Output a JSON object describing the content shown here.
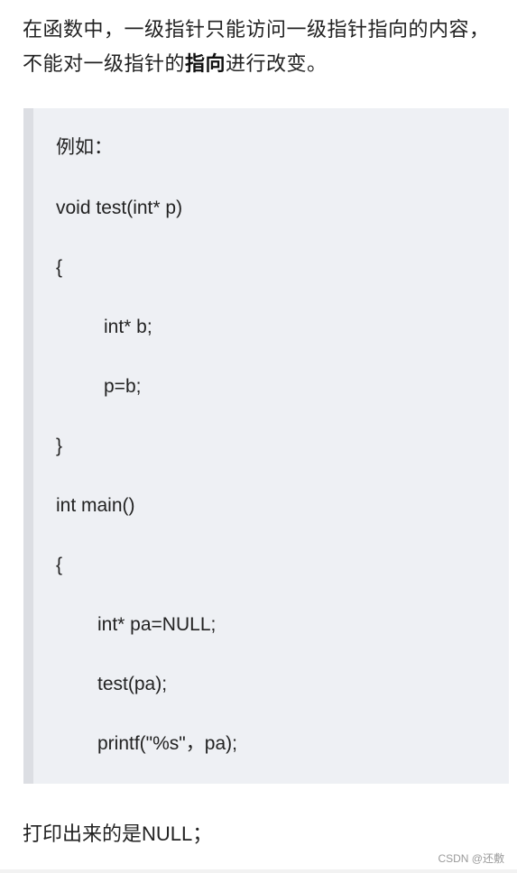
{
  "intro": {
    "text_before": "在函数中，一级指针只能访问一级指针指向的内容，不能对一级指针的",
    "bold": "指向",
    "text_after": "进行改变。"
  },
  "quote": {
    "lines": [
      "例如：",
      "void test(int* p)",
      "{",
      "int* b;",
      "p=b;",
      "}",
      "int main()",
      "{",
      "int* pa=NULL;",
      "test(pa);",
      "printf(\"%s\"，pa);"
    ]
  },
  "conclusion": "打印出来的是NULL；",
  "watermark": "CSDN @还敷"
}
